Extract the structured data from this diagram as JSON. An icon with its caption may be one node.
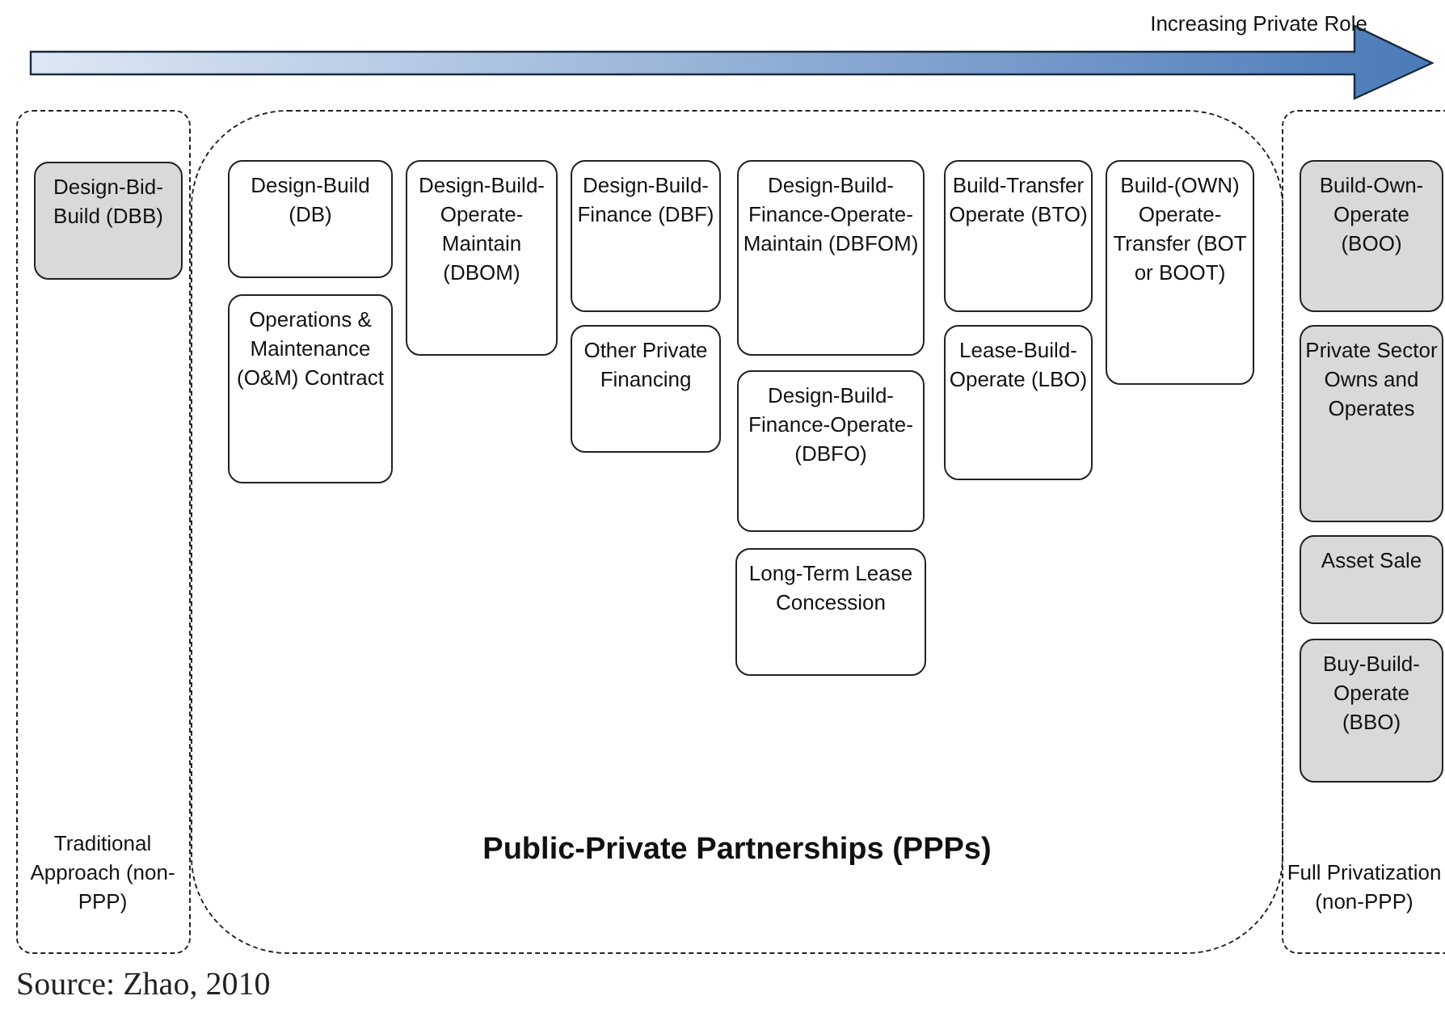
{
  "diagram": {
    "caption": "Source: Zhao, 2010",
    "nodes": [
      {
        "text": [
          "Traditional Approach (non-PPP)"
        ]
      },
      {
        "text": [
          "Design-Bid-Build (DBB)"
        ],
        "in": 0
      },
      {
        "text": [
          "Public-Private Partnerships (PPPs)"
        ]
      },
      {
        "text": [
          "Design-Build (DB)"
        ],
        "in": 2
      },
      {
        "text": [
          "Operations & Maintenance (O&M) Contract"
        ],
        "in": 2
      },
      {
        "text": [
          "Design-Build-Operate-Maintain (DBOM)"
        ],
        "in": 2
      },
      {
        "text": [
          "Design-Build-Finance (DBF)"
        ],
        "in": 2
      },
      {
        "text": [
          "Other Private Financing"
        ],
        "in": 2
      },
      {
        "text": [
          "Design-Build-Finance-Operate-Maintain (DBFOM)"
        ],
        "in": 2
      },
      {
        "text": [
          "Design-Build-Finance-Operate-(DBFO)"
        ],
        "in": 2
      },
      {
        "text": [
          "Long-Term Lease Concession"
        ],
        "in": 2
      },
      {
        "text": [
          "Build-Transfer Operate (BTO)"
        ],
        "in": 2
      },
      {
        "text": [
          "Lease-Build-Operate (LBO)"
        ],
        "in": 2
      },
      {
        "text": [
          "Build-(OWN) Operate-Transfer (BOT or BOOT)"
        ],
        "in": 2
      },
      {
        "text": [
          "Full Privatization (non-PPP)"
        ]
      },
      {
        "text": [
          "Build-Own-Operate (BOO)"
        ],
        "in": 14
      },
      {
        "text": [
          "Private Sector Owns and Operates"
        ],
        "in": 14
      },
      {
        "text": [
          "Asset Sale"
        ],
        "in": 14
      },
      {
        "text": [
          "Buy-Build-Operate (BBO)"
        ],
        "in": 14
      }
    ],
    "labels": [
      "Increasing Private Role"
    ]
  }
}
